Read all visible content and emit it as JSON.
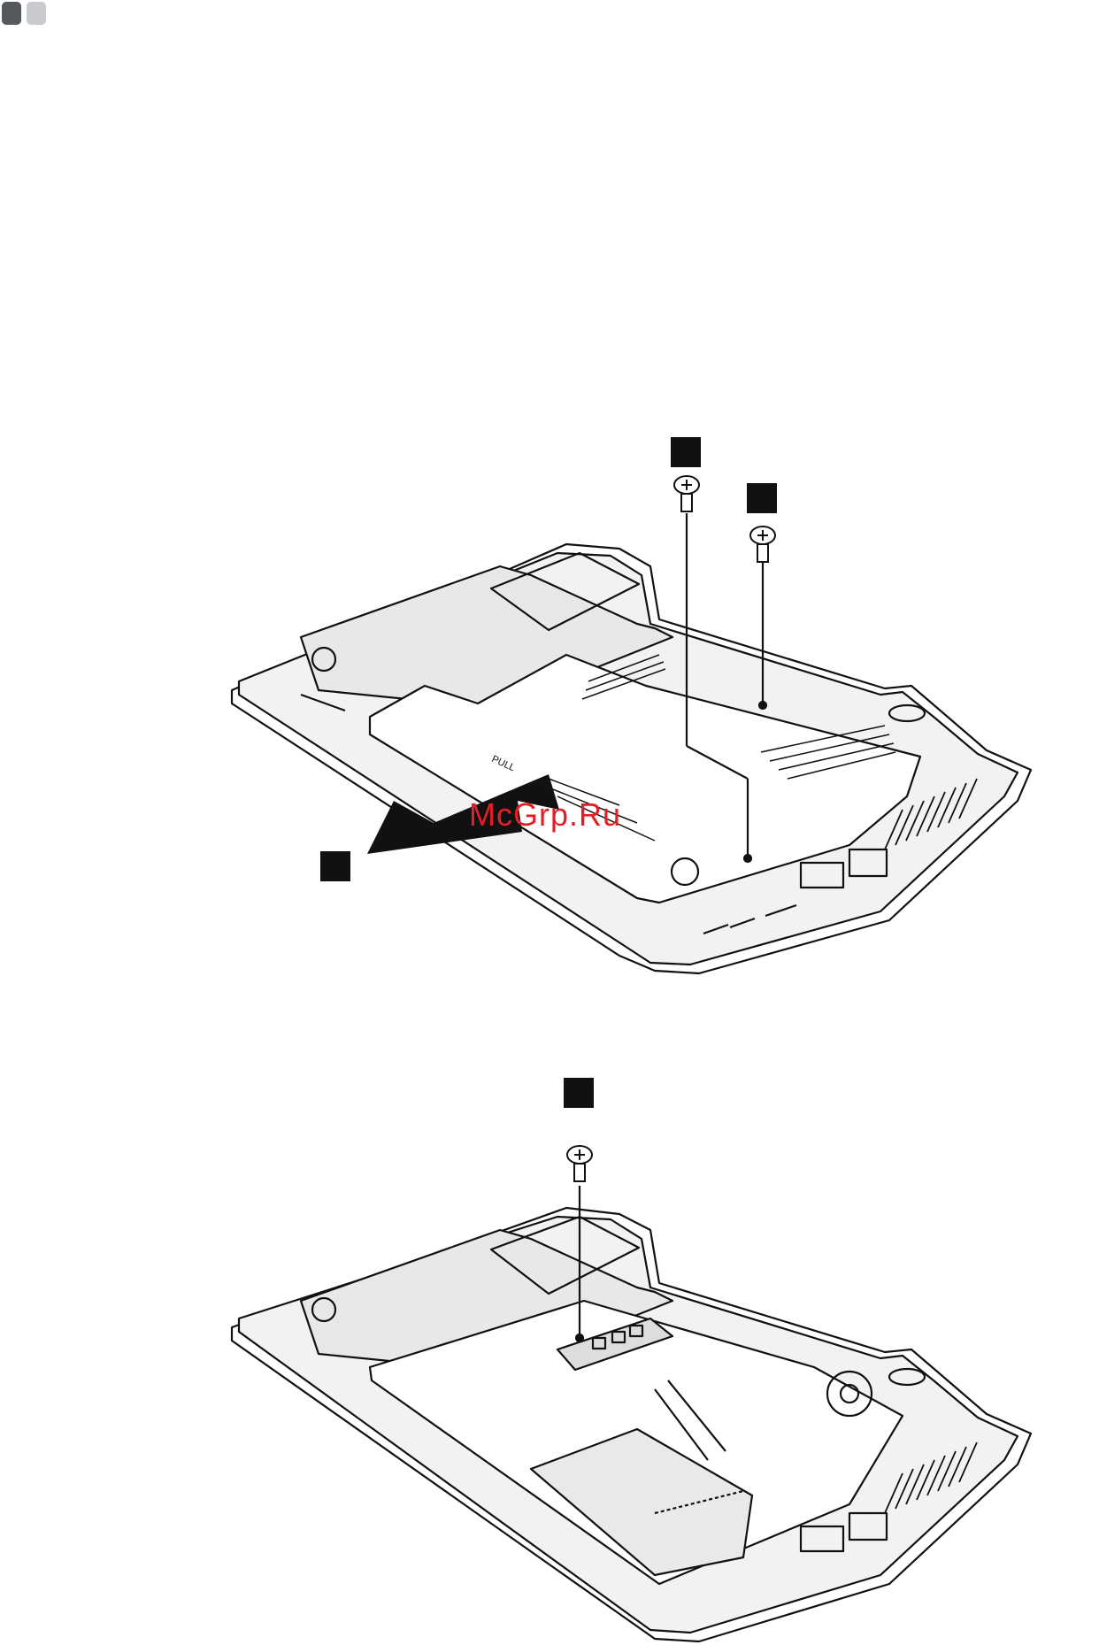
{
  "page": {
    "indicator_colors": [
      "#55595e",
      "#c8cacd"
    ]
  },
  "figure_top": {
    "labels": {
      "pull": "PULL"
    },
    "step_markers": [
      "",
      "",
      ""
    ]
  },
  "figure_bottom": {
    "step_markers": [
      ""
    ]
  },
  "watermark": {
    "text": "McGrp.Ru",
    "color": "#e21f26"
  },
  "icons": [
    "screw-icon",
    "arrow-icon",
    "laptop-bottom-illustration"
  ]
}
